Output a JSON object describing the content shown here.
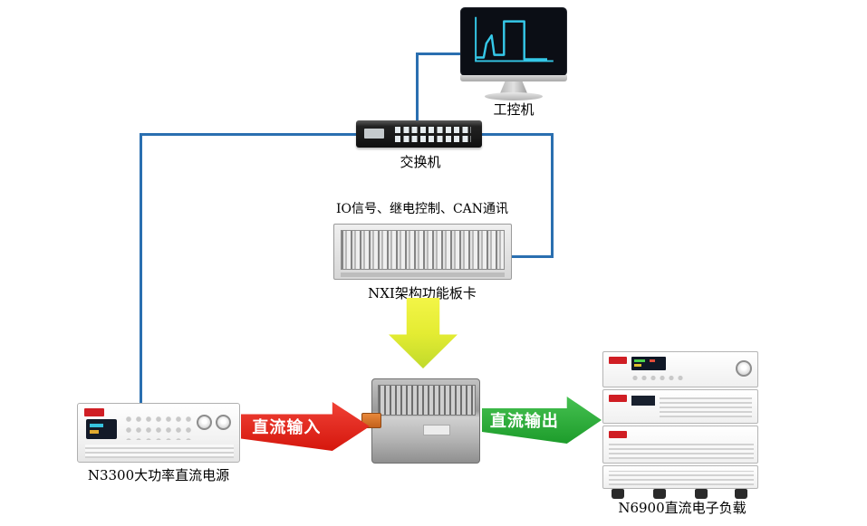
{
  "colors": {
    "cable_blue": "#2a6fb0",
    "arrow_down_yellow": "#e4ec33",
    "arrow_input_red": "#d5170d",
    "arrow_output_green": "#1d9c2b",
    "brand_red": "#d01e24",
    "screen_trace_cyan": "#35c8e8"
  },
  "nodes": {
    "industrial_pc": {
      "label": "工控机"
    },
    "network_switch": {
      "label": "交换机"
    },
    "nxi_chassis": {
      "label": "NXI架构功能板卡",
      "caption": "IO信号、继电控制、CAN通讯"
    },
    "dc_power_supply": {
      "label": "N3300大功率直流电源"
    },
    "dc_electronic_load": {
      "label": "N6900直流电子负载"
    }
  },
  "arrows": {
    "dc_input": {
      "label": "直流输入"
    },
    "dc_output": {
      "label": "直流输出"
    }
  }
}
